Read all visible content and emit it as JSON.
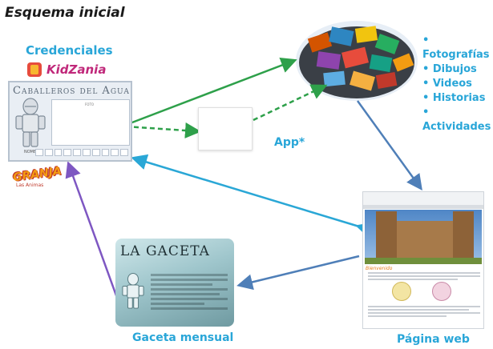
{
  "title": "Esquema inicial",
  "credentials": {
    "label": "Credenciales",
    "brand_kidzania": "KidZania",
    "card_title": "Caballeros del Agua",
    "photo_label": "FOTO",
    "name_label": "NOMBRE",
    "brand_granja": "GRANJA",
    "brand_granja_sub": "Las Animas"
  },
  "app": {
    "label": "App*"
  },
  "media": {
    "items": [
      "Fotografías",
      "Dibujos",
      "Videos",
      "Historias",
      "Actividades"
    ]
  },
  "web": {
    "label": "Página web",
    "welcome": "Bienvenido"
  },
  "gazette": {
    "label": "Gaceta mensual",
    "paper_title": "LA GACETA"
  },
  "colors": {
    "accent_blue": "#29a6d8",
    "arrow_green": "#2ea04a",
    "arrow_steel": "#4f7fb8",
    "arrow_cyan": "#2aa7d6",
    "arrow_purple": "#7e57c2"
  },
  "icons": [
    "knight-icon",
    "app-icons-cluster",
    "photo-cloud-icon"
  ]
}
